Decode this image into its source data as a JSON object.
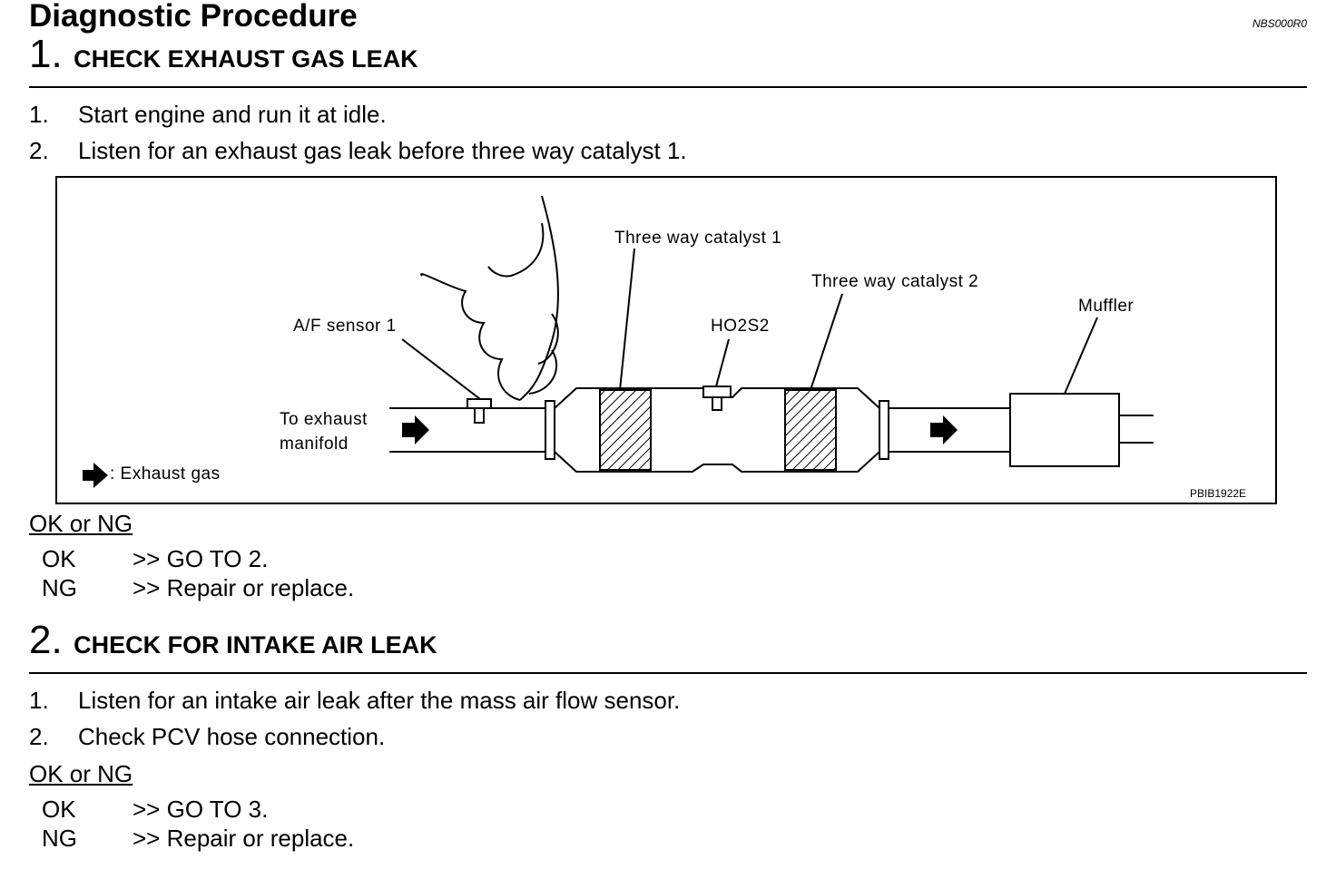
{
  "header": {
    "title": "Diagnostic Procedure",
    "code": "NBS000R0"
  },
  "steps": [
    {
      "number": "1.",
      "title": "CHECK EXHAUST GAS LEAK",
      "items": [
        {
          "n": "1.",
          "text": "Start engine and run it at idle."
        },
        {
          "n": "2.",
          "text": "Listen for an exhaust gas leak before three way catalyst 1."
        }
      ],
      "okng": "OK or NG",
      "results": [
        {
          "k": "OK",
          "v": ">> GO TO 2."
        },
        {
          "k": "NG",
          "v": ">> Repair or replace."
        }
      ]
    },
    {
      "number": "2.",
      "title": "CHECK FOR INTAKE AIR LEAK",
      "items": [
        {
          "n": "1.",
          "text": "Listen for an intake air leak after the mass air flow sensor."
        },
        {
          "n": "2.",
          "text": "Check PCV hose connection."
        }
      ],
      "okng": "OK or NG",
      "results": [
        {
          "k": "OK",
          "v": ">> GO TO 3."
        },
        {
          "k": "NG",
          "v": ">> Repair or replace."
        }
      ]
    }
  ],
  "diagram": {
    "labels": {
      "catalyst1": "Three way catalyst 1",
      "catalyst2": "Three way catalyst 2",
      "muffler": "Muffler",
      "af_sensor": "A/F sensor 1",
      "ho2s2": "HO2S2",
      "manifold_line1": "To exhaust",
      "manifold_line2": "manifold",
      "legend": ": Exhaust gas"
    },
    "figure_id": "PBIB1922E"
  }
}
